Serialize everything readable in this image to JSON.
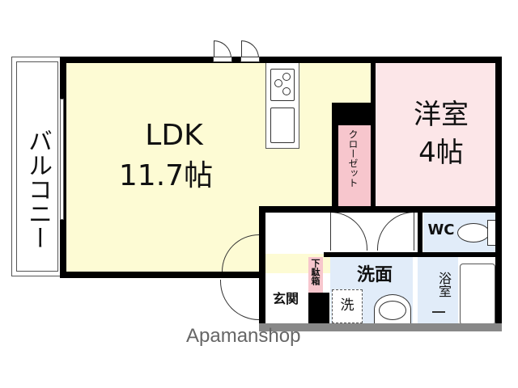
{
  "floorplan": {
    "rooms": {
      "ldk": {
        "name": "LDK",
        "size": "11.7帖",
        "color": "#fdfbd4"
      },
      "western_room": {
        "name": "洋室",
        "size": "4帖",
        "color": "#fce6e8"
      },
      "closet": {
        "name": "クローゼット",
        "color": "#f7c6cd"
      },
      "balcony": {
        "name": "バルコニー"
      },
      "wc": {
        "name": "WC",
        "color": "#e1ecf9"
      },
      "washroom": {
        "name": "洗面",
        "color": "#e1ecf9"
      },
      "washer": {
        "name": "洗"
      },
      "bath": {
        "name": "浴室",
        "color": "#e1ecf9"
      },
      "entrance": {
        "name": "玄関"
      },
      "shoe_box": {
        "name": "下駄箱",
        "color": "#f7c6cd"
      }
    },
    "watermark": "Apamanshop"
  }
}
